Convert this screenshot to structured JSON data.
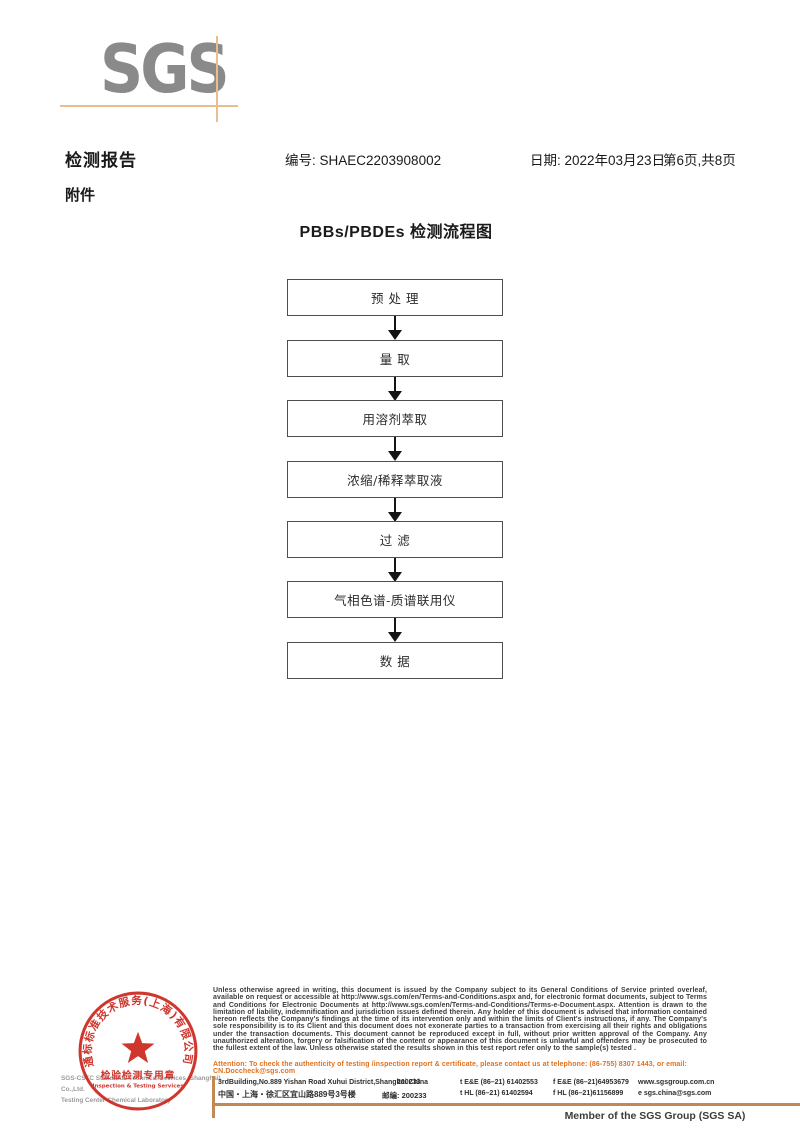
{
  "header": {
    "logo_text": "SGS",
    "report_title": "检测报告",
    "report_no": "编号: SHAEC2203908002",
    "date": "日期: 2022年03月23日",
    "page": "第6页,共8页",
    "attachment": "附件"
  },
  "flowchart": {
    "title": "PBBs/PBDEs 检测流程图",
    "steps": [
      "预 处 理",
      "量 取",
      "用溶剂萃取",
      "浓缩/稀释萃取液",
      "过 滤",
      "气相色谱-质谱联用仪",
      "数 据"
    ]
  },
  "footer": {
    "stamp": {
      "ring_text": "通标标准技术服务(上海)有限公司",
      "center_line1": "检验检测专用章",
      "center_line2": "Inspection & Testing Services"
    },
    "company_line1": "SGS-CSTC Standards Technical Services (Shanghai) Co.,Ltd.",
    "company_line2": "Testing Center-Chemical Laboratory",
    "legal_text": "Unless otherwise agreed in writing, this document is issued by the Company subject to its General Conditions of Service printed overleaf, available on request or accessible at http://www.sgs.com/en/Terms-and-Conditions.aspx and, for electronic format documents, subject to Terms and Conditions for Electronic Documents at http://www.sgs.com/en/Terms-and-Conditions/Terms-e-Document.aspx. Attention is drawn to the limitation of liability, indemnification and jurisdiction issues defined therein. Any holder of this document is advised that information contained hereon reflects the Company's findings at the time of its intervention only and within the limits of Client's instructions, if any. The Company's sole responsibility is to its Client and this document does not exonerate parties to a transaction from exercising all their rights and obligations under the transaction documents. This document cannot be reproduced except in full, without prior written approval of the Company. Any unauthorized alteration, forgery or falsification of the content or appearance of this document is unlawful and offenders may be prosecuted to the fullest extent of the law. Unless otherwise stated the results shown in this test report refer only to the sample(s) tested .",
    "attention_text": "Attention: To check the authenticity of testing /inspection report & certificate, please contact us at telephone: (86-755) 8307 1443, or email: CN.Doccheck@sgs.com",
    "address": {
      "line1": "3rdBuilding,No.889 Yishan Road Xuhui District,Shanghai China",
      "postcode1": "200233",
      "tel1": "t E&E (86–21) 61402553",
      "fax1": "f E&E (86–21)64953679",
      "web": "www.sgsgroup.com.cn",
      "line2": "中国・上海・徐汇区宜山路889号3号楼",
      "postcode2": "邮编: 200233",
      "tel2": "t HL (86–21) 61402594",
      "fax2": "f HL (86–21)61156899",
      "email": "e  sgs.china@sgs.com"
    },
    "member_text": "Member of the SGS Group (SGS SA)"
  },
  "colors": {
    "logo_gray": "#8a8a8a",
    "brand_orange_line": "#eabd90",
    "stamp_red": "#cb261c",
    "attention_orange": "#e2711d",
    "footer_rule": "#c08a52"
  }
}
